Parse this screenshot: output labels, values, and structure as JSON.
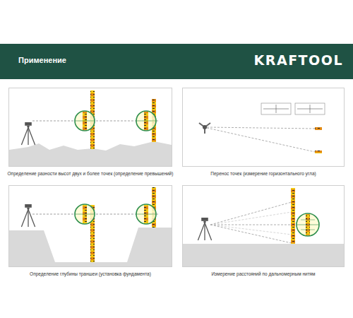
{
  "diagram": {
    "title": "Применение",
    "nodes": [
      {
        "text": [
          "Определение разности высот двух и более точек (определение превышений)"
        ]
      },
      {
        "text": [
          "Перенос точек (измерение горизонтального угла)"
        ]
      },
      {
        "text": [
          "Определение глубины траншеи (установка фундамента)"
        ]
      },
      {
        "text": [
          "Измерение расстояний по дальномерным нитям"
        ]
      }
    ],
    "labels": [
      "KRAFTOOL"
    ]
  }
}
